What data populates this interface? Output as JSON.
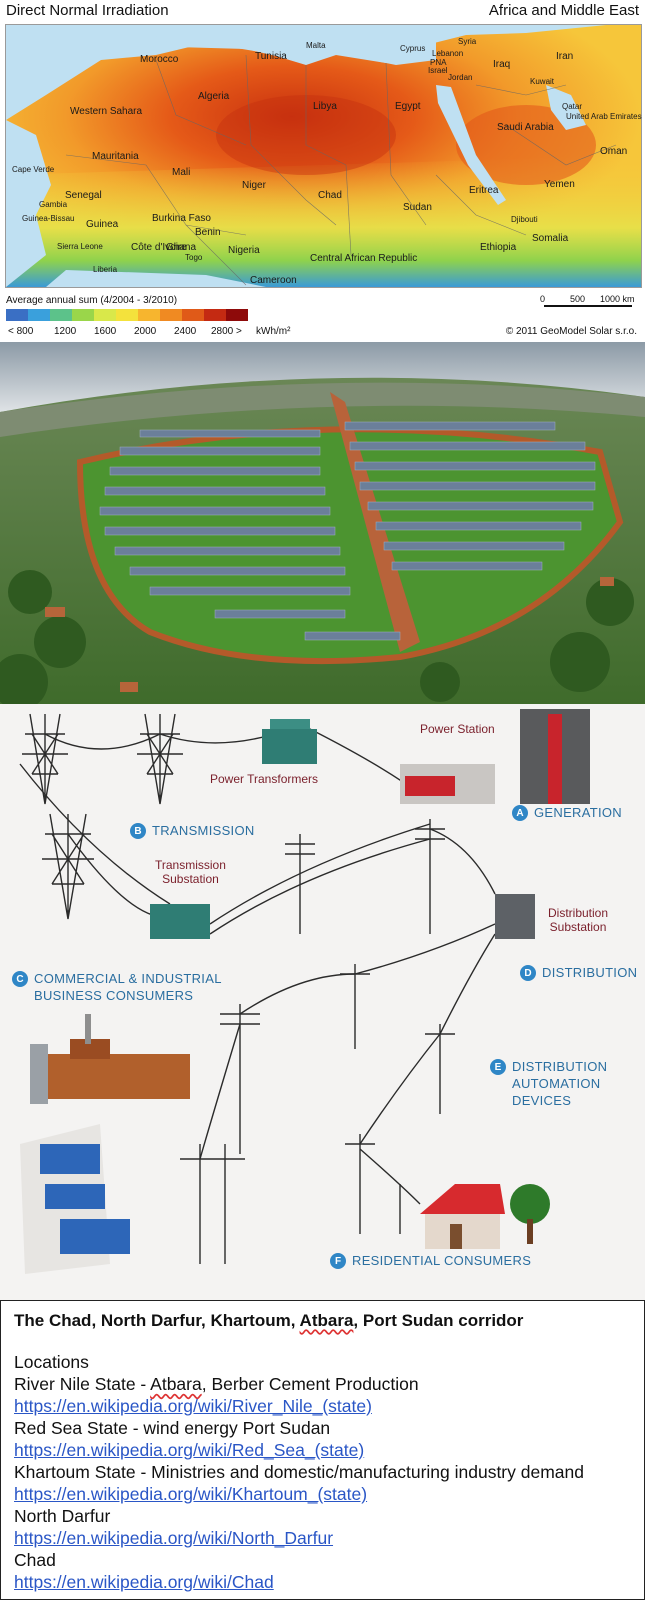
{
  "map": {
    "title_left": "Direct Normal Irradiation",
    "title_right": "Africa and Middle East",
    "legend_caption": "Average annual sum (4/2004 - 3/2010)",
    "legend_colors": [
      "#3a6fc4",
      "#3aa0dc",
      "#5cc28a",
      "#9ad64a",
      "#d9e84a",
      "#f4e23c",
      "#f7b52e",
      "#f08a22",
      "#e05a18",
      "#c42a12",
      "#8e0a0a"
    ],
    "legend_ticks": [
      "< 800",
      "1200",
      "1600",
      "2000",
      "2400",
      "2800 >",
      "kWh/m²"
    ],
    "scale_ticks": [
      "0",
      "500",
      "1000 km"
    ],
    "copyright": "© 2011 GeoModel Solar s.r.o.",
    "country_labels": [
      "Morocco",
      "Tunisia",
      "Malta",
      "Cyprus",
      "Syria",
      "Lebanon",
      "PNA",
      "Israel",
      "Jordan",
      "Iraq",
      "Iran",
      "Kuwait",
      "Qatar",
      "United Arab Emirates",
      "Western Sahara",
      "Algeria",
      "Libya",
      "Egypt",
      "Saudi Arabia",
      "Oman",
      "Cape Verde",
      "Mauritania",
      "Mali",
      "Niger",
      "Chad",
      "Sudan",
      "Eritrea",
      "Yemen",
      "Senegal",
      "Gambia",
      "Guinea-Bissau",
      "Guinea",
      "Burkina Faso",
      "Benin",
      "Djibouti",
      "Sierra Leone",
      "Côte d'Ivoire",
      "Ghana",
      "Togo",
      "Nigeria",
      "Central African Republic",
      "Ethiopia",
      "Somalia",
      "Liberia",
      "Cameroon"
    ]
  },
  "photo": {
    "subject": "solar-farm-aerial"
  },
  "grid": {
    "power_station": "Power Station",
    "power_transformers": "Power Transformers",
    "transmission_substation": "Transmission\nSubstation",
    "distribution_substation": "Distribution\nSubstation",
    "steps": [
      {
        "badge": "A",
        "label": "GENERATION"
      },
      {
        "badge": "B",
        "label": "TRANSMISSION"
      },
      {
        "badge": "C",
        "label": "COMMERCIAL & INDUSTRIAL\nBUSINESS CONSUMERS"
      },
      {
        "badge": "D",
        "label": "DISTRIBUTION"
      },
      {
        "badge": "E",
        "label": "DISTRIBUTION\nAUTOMATION\nDEVICES"
      },
      {
        "badge": "F",
        "label": "RESIDENTIAL CONSUMERS"
      }
    ]
  },
  "doc": {
    "heading_pre": "The Chad, North Darfur, Khartoum, ",
    "heading_squiggle": "Atbara",
    "heading_post": ", Port Sudan corridor",
    "locations_label": "Locations",
    "line1_pre": "River Nile State - ",
    "line1_squiggle": "Atbara",
    "line1_post": ", Berber Cement Production",
    "link1": "https://en.wikipedia.org/wiki/River_Nile_(state)",
    "line2": "Red Sea State - wind energy Port Sudan",
    "link2": "https://en.wikipedia.org/wiki/Red_Sea_(state)",
    "line3": "Khartoum State - Ministries and domestic/manufacturing industry demand",
    "link3": "https://en.wikipedia.org/wiki/Khartoum_(state)",
    "line4": "North Darfur",
    "link4": "https://en.wikipedia.org/wiki/North_Darfur",
    "line5": "Chad",
    "link5": "https://en.wikipedia.org/wiki/Chad"
  }
}
